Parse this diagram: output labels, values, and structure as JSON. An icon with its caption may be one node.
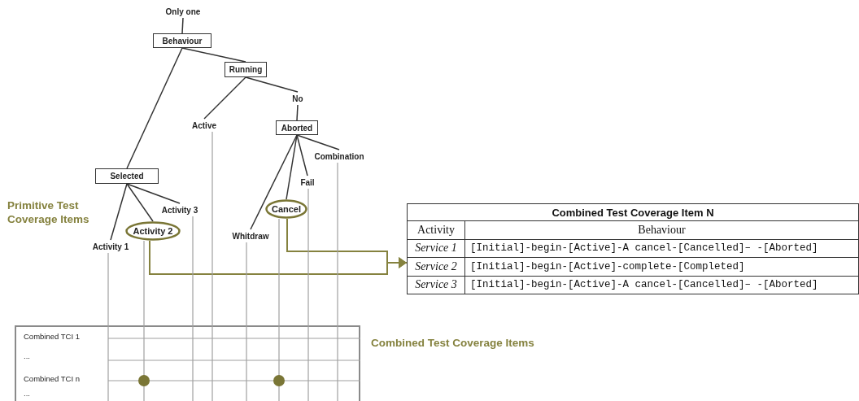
{
  "diagram": {
    "nodes": [
      {
        "text": [
          "Only one"
        ]
      },
      {
        "text": [
          "Behaviour"
        ]
      },
      {
        "text": [
          "Running"
        ]
      },
      {
        "text": [
          "No"
        ]
      },
      {
        "text": [
          "Active"
        ]
      },
      {
        "text": [
          "Aborted"
        ]
      },
      {
        "text": [
          "Combination"
        ]
      },
      {
        "text": [
          "Fail"
        ]
      },
      {
        "text": [
          "Selected"
        ]
      },
      {
        "text": [
          "Activity 3"
        ]
      },
      {
        "text": [
          "Activity 2"
        ]
      },
      {
        "text": [
          "Activity 1"
        ]
      },
      {
        "text": [
          "Cancel"
        ]
      },
      {
        "text": [
          "Whitdraw"
        ]
      },
      {
        "text": [
          "Combined Test Coverage Item N",
          "Activity",
          "Behaviour",
          "Service 1",
          "[Initial]-begin-[Active]-A cancel-[Cancelled]– -[Aborted]",
          "Service 2",
          "[Initial]-begin-[Active]-complete-[Completed]",
          "Service 3",
          "[Initial]-begin-[Active]-A cancel-[Cancelled]– -[Aborted]"
        ]
      },
      {
        "text": [
          "Combined TCI 1",
          "...",
          "Combined TCI n",
          "..."
        ]
      }
    ],
    "edges": [
      {
        "from": 0,
        "to": 1,
        "arrow": "none"
      },
      {
        "from": 1,
        "to": 2,
        "arrow": "none"
      },
      {
        "from": 1,
        "to": 8,
        "arrow": "none"
      },
      {
        "from": 2,
        "to": 4,
        "arrow": "none"
      },
      {
        "from": 2,
        "to": 3,
        "arrow": "none"
      },
      {
        "from": 3,
        "to": 5,
        "arrow": "none"
      },
      {
        "from": 5,
        "to": 13,
        "arrow": "none"
      },
      {
        "from": 5,
        "to": 12,
        "arrow": "none"
      },
      {
        "from": 5,
        "to": 7,
        "arrow": "none"
      },
      {
        "from": 5,
        "to": 6,
        "arrow": "none"
      },
      {
        "from": 8,
        "to": 11,
        "arrow": "none"
      },
      {
        "from": 8,
        "to": 10,
        "arrow": "none"
      },
      {
        "from": 8,
        "to": 9,
        "arrow": "none"
      },
      {
        "from": 10,
        "to": 14,
        "arrow": "to",
        "color": "#85823f"
      },
      {
        "from": 12,
        "to": 14,
        "arrow": "to",
        "color": "#85823f"
      },
      {
        "from": 11,
        "to": 15,
        "arrow": "none",
        "color": "#a0a0a0"
      },
      {
        "from": 10,
        "to": 15,
        "arrow": "none",
        "color": "#a0a0a0"
      },
      {
        "from": 9,
        "to": 15,
        "arrow": "none",
        "color": "#a0a0a0"
      },
      {
        "from": 4,
        "to": 15,
        "arrow": "none",
        "color": "#a0a0a0"
      },
      {
        "from": 13,
        "to": 15,
        "arrow": "none",
        "color": "#a0a0a0"
      },
      {
        "from": 12,
        "to": 15,
        "arrow": "none",
        "color": "#a0a0a0"
      },
      {
        "from": 7,
        "to": 15,
        "arrow": "none",
        "color": "#a0a0a0"
      },
      {
        "from": 6,
        "to": 15,
        "arrow": "none",
        "color": "#a0a0a0"
      }
    ],
    "labels": [
      "Primitive Test Coverage Items",
      "Combined Test Coverage Items"
    ]
  }
}
